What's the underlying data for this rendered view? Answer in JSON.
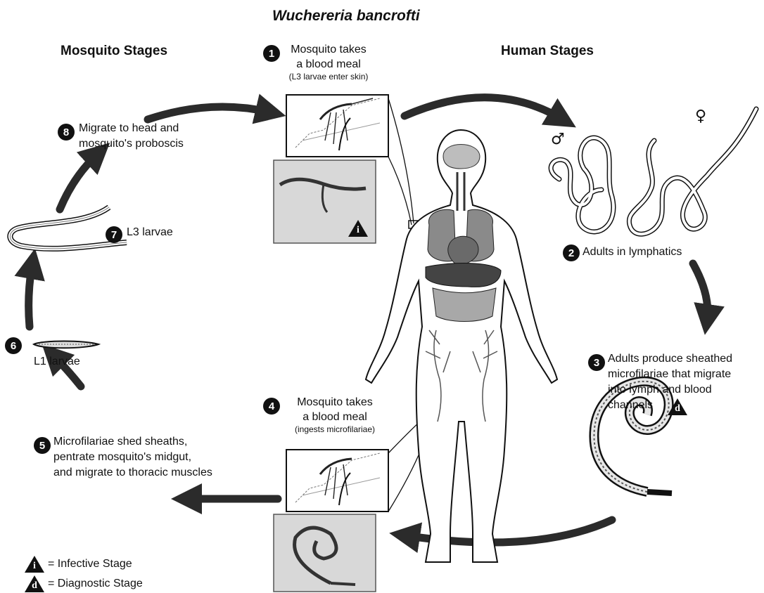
{
  "title": "Wuchereria bancrofti",
  "mosquito_header": "Mosquito Stages",
  "human_header": "Human Stages",
  "steps": [
    {
      "num": "1",
      "lines": [
        "Mosquito takes",
        "a blood meal"
      ],
      "note": "(L3 larvae enter skin)"
    },
    {
      "num": "2",
      "lines": [
        "Adults in lymphatics"
      ]
    },
    {
      "num": "3",
      "lines": [
        "Adults produce sheathed",
        "microfilariae that migrate",
        "into lymph and blood",
        "channels"
      ]
    },
    {
      "num": "4",
      "lines": [
        "Mosquito takes",
        "a blood meal"
      ],
      "note": "(ingests microfilariae)"
    },
    {
      "num": "5",
      "lines": [
        "Microfilariae shed sheaths,",
        "pentrate mosquito's midgut,",
        "and migrate to thoracic muscles"
      ]
    },
    {
      "num": "6",
      "lines": [
        "L1 larvae"
      ]
    },
    {
      "num": "7",
      "lines": [
        "L3 larvae"
      ]
    },
    {
      "num": "8",
      "lines": [
        "Migrate to head and",
        "mosquito's proboscis"
      ]
    }
  ],
  "sex_symbols": {
    "male": "♂",
    "female": "♀"
  },
  "markers": {
    "infective": "i",
    "diagnostic": "d"
  },
  "legend": {
    "infective_label": "= Infective Stage",
    "diagnostic_label": "= Diagnostic Stage"
  },
  "colors": {
    "arrow": "#2b2b2b",
    "panel_gray": "#d8d8d8",
    "organ": "#5a5a5a"
  }
}
